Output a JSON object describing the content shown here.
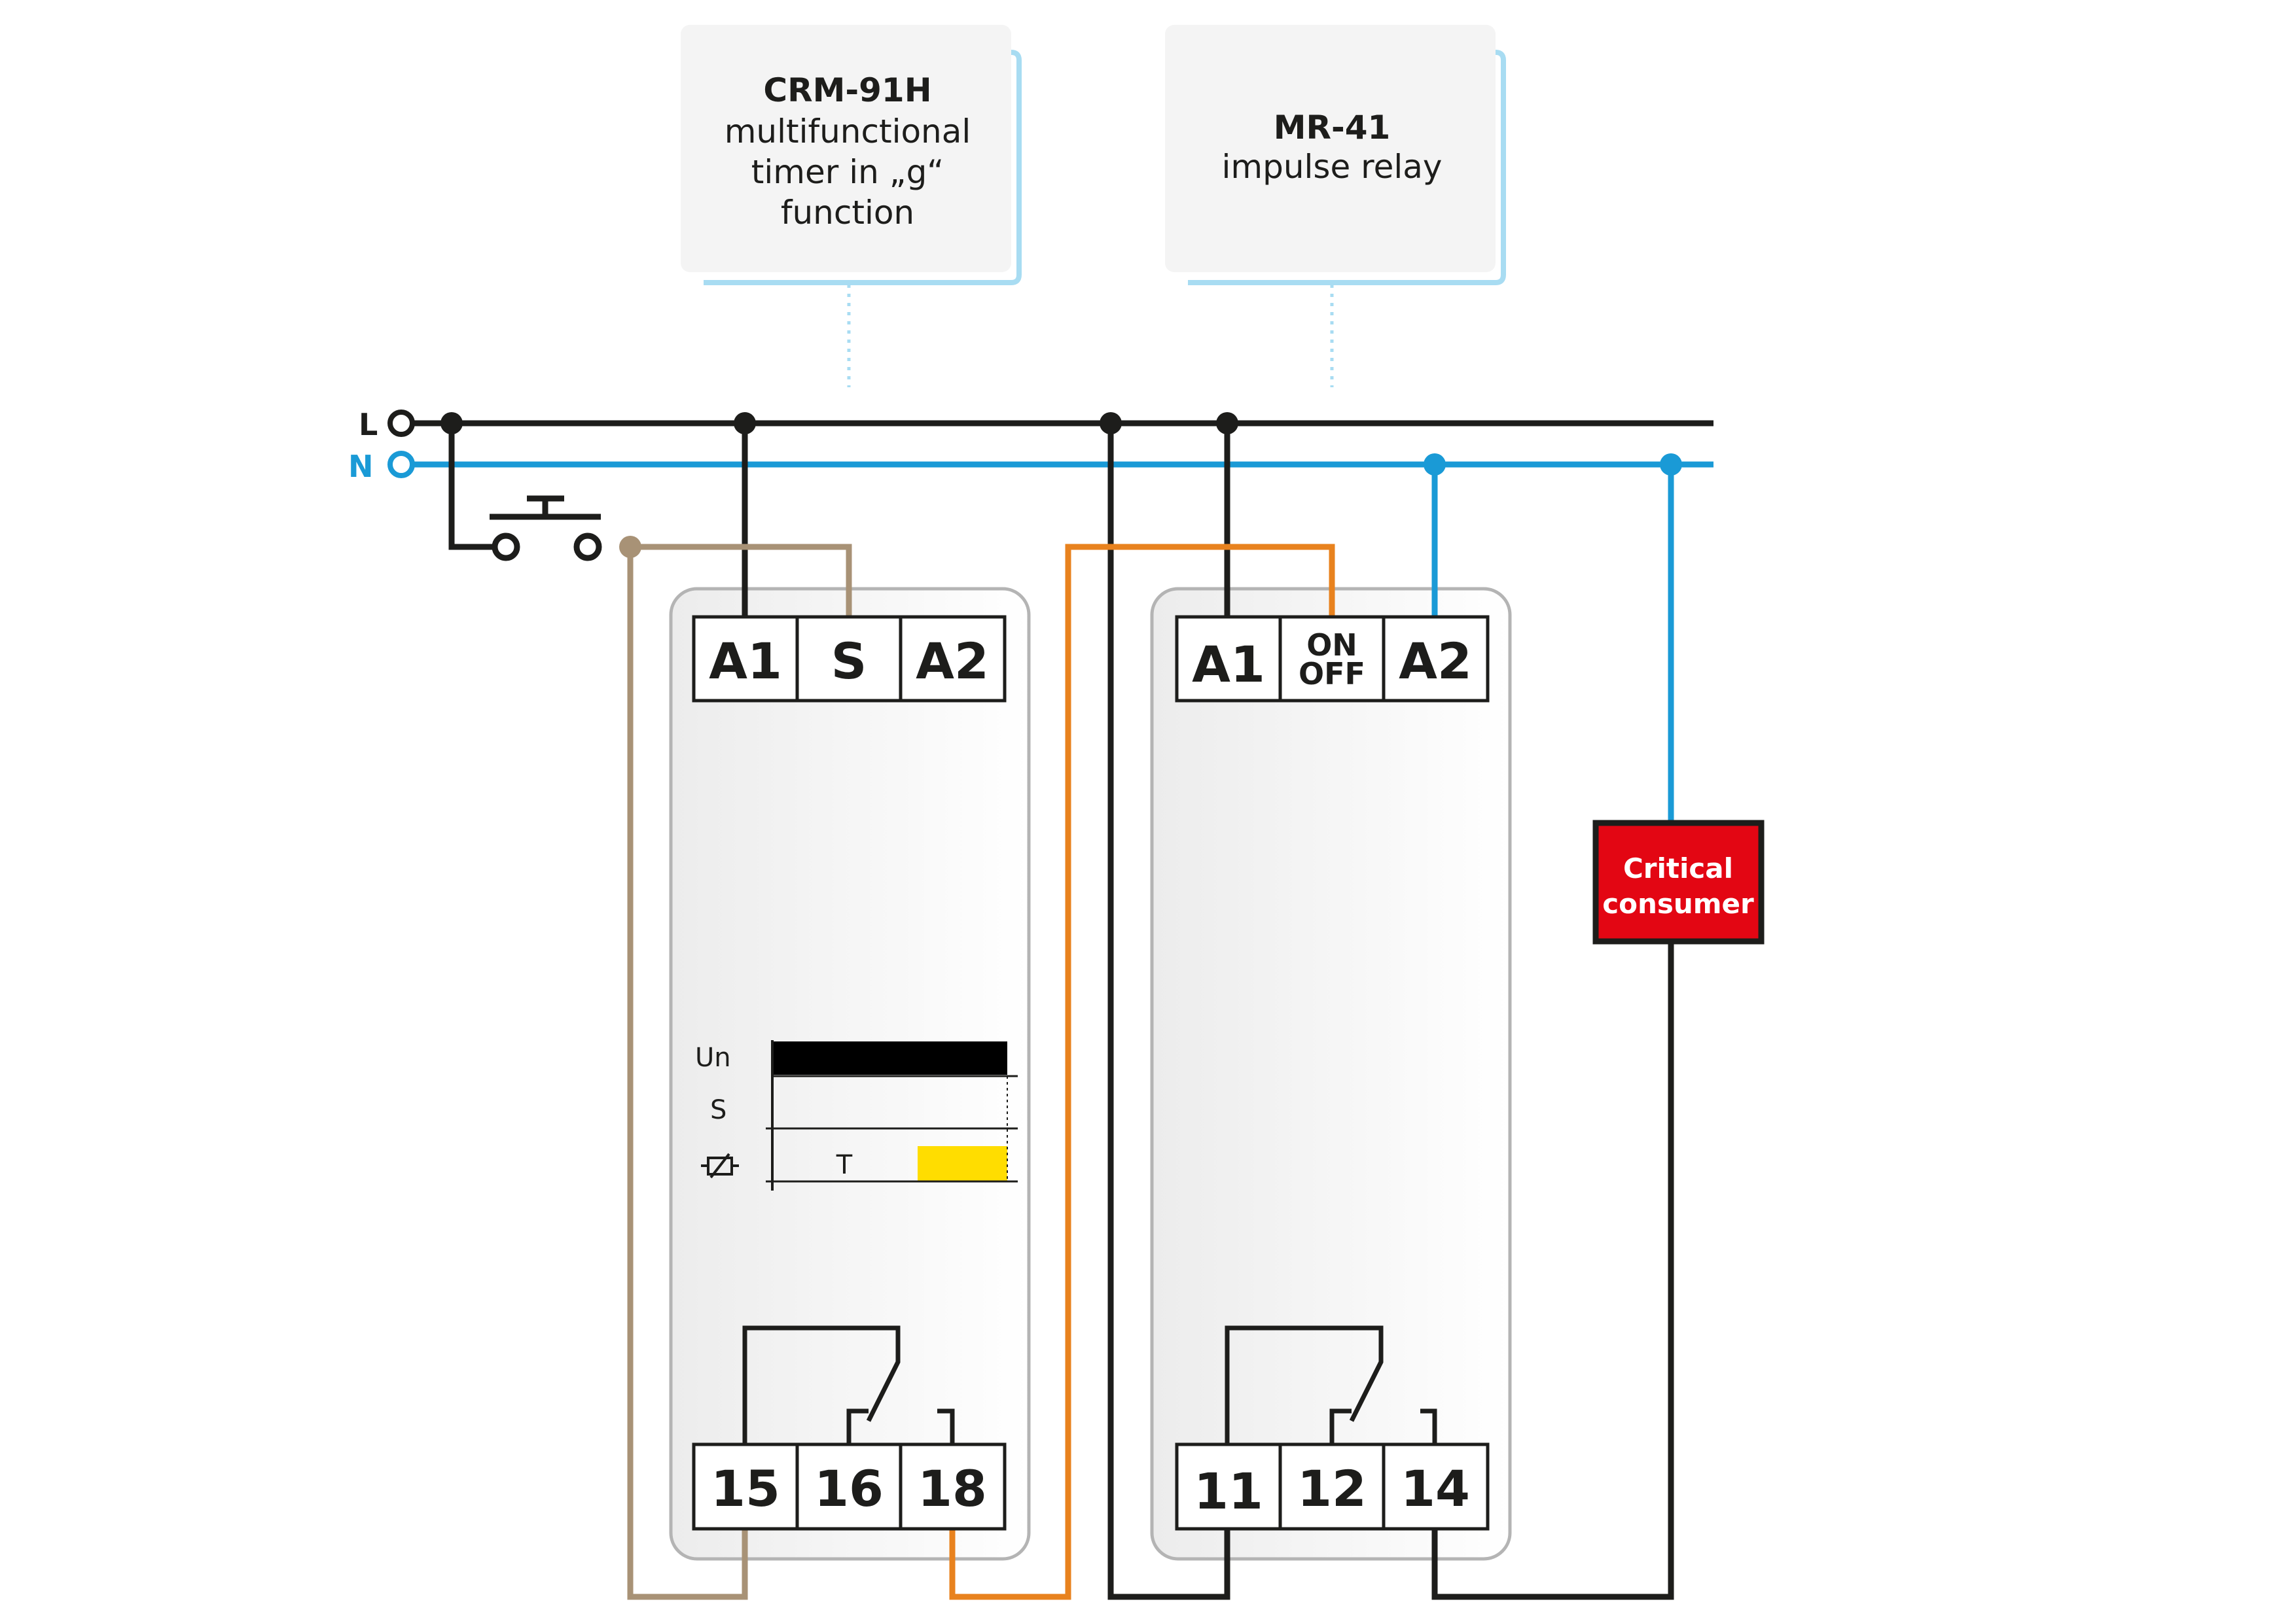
{
  "devices": {
    "timer": {
      "name": "CRM-91H",
      "desc_lines": [
        "multifunctional",
        "timer in „g“",
        "function"
      ],
      "top_terminals": [
        "A1",
        "S",
        "A2"
      ],
      "bottom_terminals": [
        "15",
        "16",
        "18"
      ],
      "chart": {
        "rows": [
          "Un",
          "S"
        ],
        "time_label": "T",
        "relay_icon": "relay-coil-icon"
      }
    },
    "impulse_relay": {
      "name": "MR-41",
      "desc_lines": [
        "impulse relay"
      ],
      "top_terminals": [
        "A1",
        "ON",
        "OFF",
        "A2"
      ],
      "bottom_terminals": [
        "11",
        "12",
        "14"
      ]
    }
  },
  "buses": {
    "line": "L",
    "neutral": "N"
  },
  "consumer": {
    "line1": "Critical",
    "line2": "consumer"
  },
  "colors": {
    "line": "#1d1d1b",
    "neutral": "#1a9ad6",
    "control": "#a89276",
    "switched": "#e8821e",
    "consumer": "#e30613",
    "relay_on": "#ffdd00",
    "card_shadow": "#a8dcf2"
  }
}
